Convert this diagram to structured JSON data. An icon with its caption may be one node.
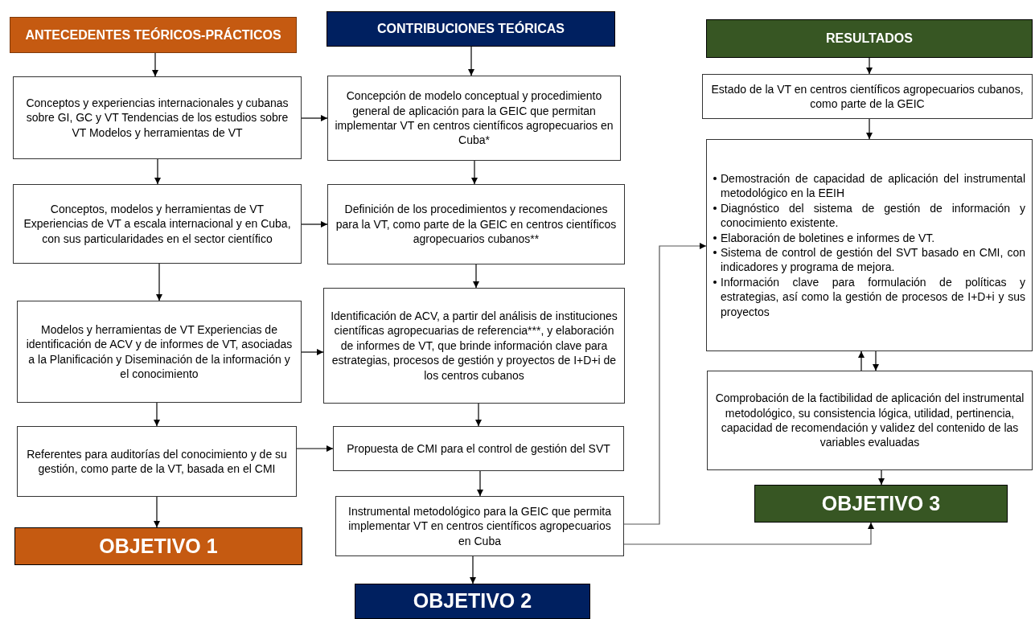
{
  "diagram": {
    "nodes": [
      {
        "text": [
          "ANTECEDENTES TEÓRICOS-PRÁCTICOS"
        ]
      },
      {
        "text": [
          "Conceptos y experiencias internacionales y cubanas sobre GI, GC y VT Tendencias de los estudios sobre VT Modelos y herramientas de VT"
        ]
      },
      {
        "text": [
          "Conceptos, modelos y herramientas de VT Experiencias de VT a escala internacional y en Cuba, con sus particularidades en el sector científico"
        ]
      },
      {
        "text": [
          "Modelos y herramientas de VT Experiencias de identificación de ACV y de informes de VT, asociadas a la Planificación y Diseminación de la información y el conocimiento"
        ]
      },
      {
        "text": [
          "Referentes para auditorías del conocimiento y de su gestión, como parte de la VT, basada en el CMI"
        ]
      },
      {
        "text": [
          "OBJETIVO 1"
        ]
      },
      {
        "text": [
          "CONTRIBUCIONES TEÓRICAS"
        ]
      },
      {
        "text": [
          "Concepción de modelo conceptual y procedimiento general de aplicación para la GEIC que permitan implementar VT en centros científicos agropecuarios en Cuba*"
        ]
      },
      {
        "text": [
          "Definición de los procedimientos y recomendaciones para la VT, como parte de la GEIC en centros científicos agropecuarios cubanos**"
        ]
      },
      {
        "text": [
          "Identificación de ACV, a partir del análisis de instituciones científicas agropecuarias de referencia***, y elaboración de informes de VT, que brinde información clave para estrategias, procesos de gestión y proyectos de I+D+i de los centros cubanos"
        ]
      },
      {
        "text": [
          "Propuesta de CMI para el control de gestión del SVT"
        ]
      },
      {
        "text": [
          "Instrumental metodológico para la GEIC que permita implementar VT en centros científicos agropecuarios en Cuba"
        ]
      },
      {
        "text": [
          "OBJETIVO 2"
        ]
      },
      {
        "text": [
          "RESULTADOS"
        ]
      },
      {
        "text": [
          "Estado de la VT en centros científicos agropecuarios cubanos, como parte de la GEIC"
        ]
      },
      {
        "text": [
          "Demostración de capacidad de aplicación del instrumental metodológico en la EEIH",
          "Diagnóstico del sistema de gestión de información y conocimiento existente.",
          "Elaboración de boletines e informes de VT.",
          "Sistema de control de gestión del SVT basado en CMI, con indicadores y programa de mejora.",
          "Información clave para formulación de políticas y estrategias, así como la gestión de procesos de I+D+i y sus proyectos"
        ]
      },
      {
        "text": [
          "Comprobación de la factibilidad de aplicación del instrumental metodológico, su consistencia lógica, utilidad, pertinencia, capacidad de recomendación y validez del contenido de las variables evaluadas"
        ]
      },
      {
        "text": [
          "OBJETIVO 3"
        ]
      }
    ],
    "edges": [
      {
        "from": 0,
        "to": 1,
        "arrow": "to"
      },
      {
        "from": 1,
        "to": 2,
        "arrow": "to"
      },
      {
        "from": 2,
        "to": 3,
        "arrow": "to"
      },
      {
        "from": 3,
        "to": 4,
        "arrow": "to"
      },
      {
        "from": 4,
        "to": 5,
        "arrow": "to"
      },
      {
        "from": 1,
        "to": 7,
        "arrow": "to"
      },
      {
        "from": 2,
        "to": 8,
        "arrow": "to"
      },
      {
        "from": 3,
        "to": 9,
        "arrow": "to"
      },
      {
        "from": 4,
        "to": 10,
        "arrow": "to"
      },
      {
        "from": 6,
        "to": 7,
        "arrow": "to"
      },
      {
        "from": 7,
        "to": 8,
        "arrow": "to"
      },
      {
        "from": 8,
        "to": 9,
        "arrow": "to"
      },
      {
        "from": 9,
        "to": 10,
        "arrow": "to"
      },
      {
        "from": 10,
        "to": 11,
        "arrow": "to"
      },
      {
        "from": 11,
        "to": 12,
        "arrow": "to"
      },
      {
        "from": 13,
        "to": 14,
        "arrow": "to"
      },
      {
        "from": 14,
        "to": 15,
        "arrow": "to"
      },
      {
        "from": 15,
        "to": 16,
        "arrow": "to"
      },
      {
        "from": 16,
        "to": 15,
        "arrow": "to"
      },
      {
        "from": 16,
        "to": 17,
        "arrow": "to"
      },
      {
        "from": 11,
        "to": 15,
        "arrow": "to"
      },
      {
        "from": 11,
        "to": 17,
        "arrow": "to"
      }
    ]
  }
}
